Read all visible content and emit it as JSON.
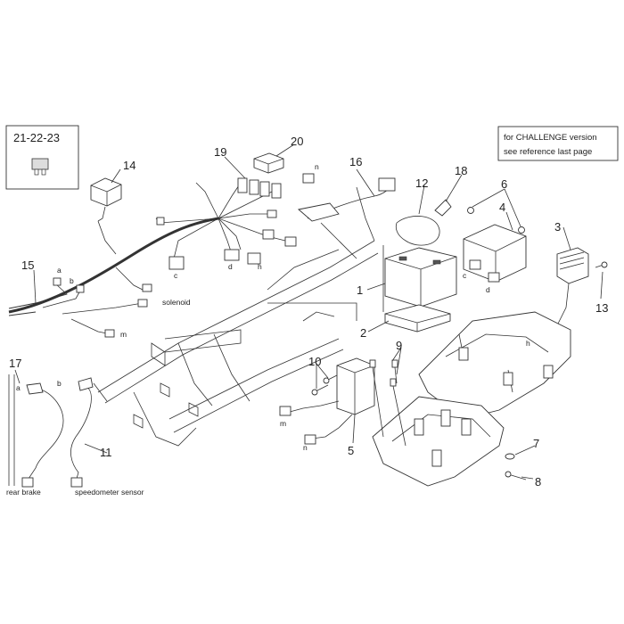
{
  "diagram": {
    "group_box_label": "21-22-23",
    "challenge_note": [
      "for CHALLENGE version",
      "see reference last page"
    ],
    "part_numbers": [
      "1",
      "2",
      "3",
      "4",
      "5",
      "6",
      "7",
      "8",
      "9",
      "10",
      "11",
      "12",
      "13",
      "14",
      "15",
      "16",
      "17",
      "18",
      "19",
      "20"
    ],
    "connector_letters": {
      "a1": "a",
      "b1": "b",
      "c1": "c",
      "d1": "d",
      "h1": "h",
      "m1": "m",
      "n1": "n",
      "c2": "c",
      "d2": "d",
      "h2": "h",
      "m2": "m",
      "n2": "n",
      "a2": "a",
      "b2": "b"
    },
    "labels": {
      "solenoid": "solenoid",
      "rear_brake": "rear brake",
      "speedometer_sensor": "speedometer sensor"
    }
  }
}
